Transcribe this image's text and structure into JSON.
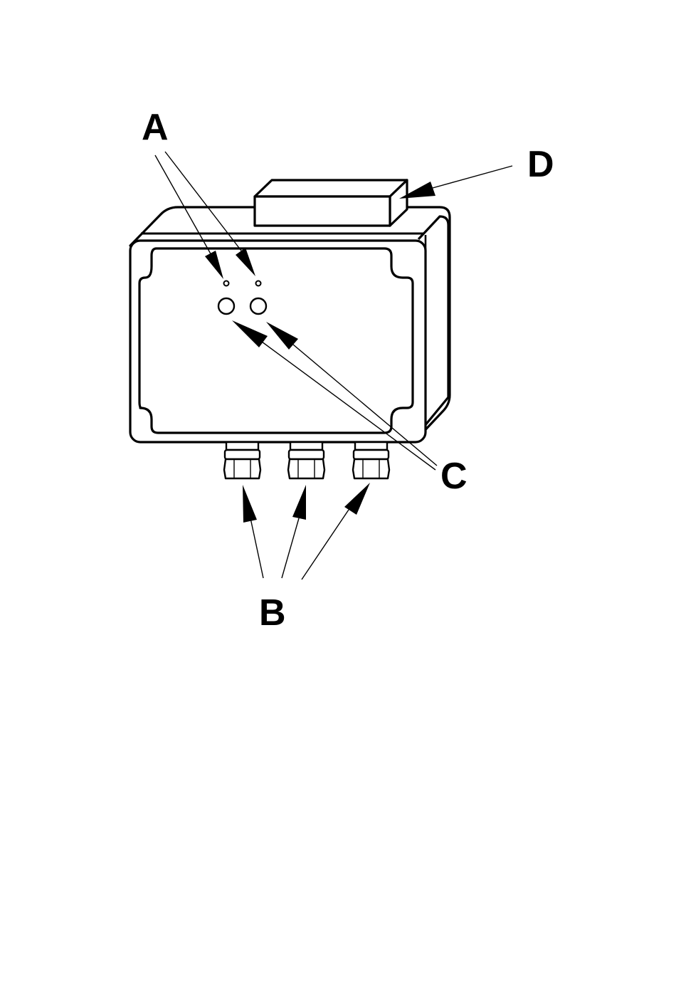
{
  "labels": {
    "led_indicators": "A",
    "cable_glands": "B",
    "buttons": "C",
    "top_module": "D"
  },
  "colors": {
    "line": "#000000",
    "background": "#ffffff"
  }
}
